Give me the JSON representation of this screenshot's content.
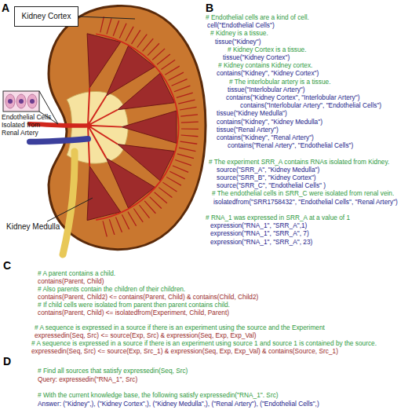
{
  "diagram": {
    "nodes": [
      {
        "text": [
          "Kidney Cortex"
        ]
      },
      {
        "text": [
          "Endothelial Cells Isolated from Renal Artery"
        ]
      }
    ],
    "labels": [
      "A",
      "Kidney Medulla",
      "B",
      "# Endothelial cells are a kind of cell.",
      "cell(\"Endothelial Cells\")",
      "# Kidney is a tissue.",
      "tissue(\"Kidney\")",
      "# Kidney Cortex is a tissue.",
      "tissue(\"Kidney Cortex\")",
      "# Kidney contains Kidney cortex.",
      "contains(\"Kidney\", \"Kidney Cortex\")",
      "# The interlobular artery is a tissue.",
      "tissue(\"Interlobular Artery\")",
      "contains(\"Kidney Cortex\", \"Interlobular Artery\")",
      "contains(\"Interlobular Artery\", \"Endothelial Cells\")",
      "tissue(\"Kidney Medulla\")",
      "contains(\"Kidney\", \"Kidney Medulla\")",
      "tissue(\"Renal Artery\")",
      "contains(\"Kidney\", \"Renal Artery\")",
      "contains(\"Renal Artery\", \"Endothelial Cells\")",
      "# The experiment SRR_A contains RNAs isolated from Kidney.",
      "source(\"SRR_A\", \"Kidney Medulla\")",
      "source(\"SRR_B\", \"Kidney Cortex\")",
      "source(\"SRR_C\", \"Endothelial Cells\" )",
      "# The endothelial cells in SRR_C were isolated from renal vein.",
      "isolatedfrom(\"SRR1758432\", \"Endothelial Cells\", \"Renal Artery\")",
      "# RNA_1 was expressed in SRR_A at a value of 1",
      "expression(\"RNA_1\", \"SRR_A\",1)",
      "expression(\"RNA_1\", \"SRR_A\", 7)",
      "expression(\"RNA_1\", \"SRR_A\", 23)",
      "C",
      "# A parent contains a child.",
      "contains(Parent, Child)",
      "# Also parents contain the children of their children.",
      "contains(Parent, Child2) <= contains(Parent, Child) & contains(Child, Child2)",
      "# If child cells were isolated from parent then parent contains child.",
      "contains(Parent, Child) <= isolatedfrom(Experiment, Child, Parent)",
      "# A sequence is expressed in a source if there is an experiment using the source and the Experiment",
      "expressedin(Seq, Src) <= source(Exp, Src) & expression(Seq, Exp, Exp_Val)",
      "# A sequence is expressed in a source if there is an experiment using source 1 and source 1 is contained by the source.",
      "expressedin(Seq, Src) <= source(Exp, Src_1) & expression(Seq, Exp, Exp_Val) & contains(Source, Src_1)",
      "D",
      "# Find all sources that satisfy expressedin(Seq, Src)",
      "Query:  expressedin(\"RNA_1\", Src)",
      "# With the current knowledge base, the following satisfy expressedin(\"RNA_1\". Src)",
      "Answer: (\"Kidney\",), (\"Kidney Cortex\",), (\"Kidney Medulla\",), (\"Renal Artery\"), (\"Endothelial Cells\",)"
    ]
  }
}
